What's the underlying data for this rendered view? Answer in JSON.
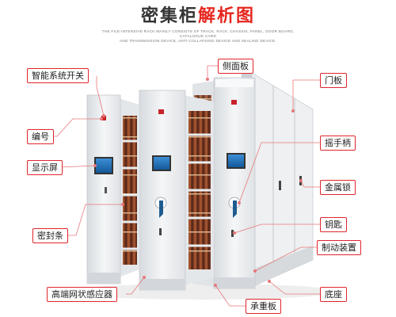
{
  "header": {
    "title_part1": "密集柜",
    "title_part2": "解析图",
    "subtitle_line1": "THE FILE-INTENSIVE RACK MAINLY CONSISTS OF TRACK, RACK, CHASSIS, PANEL, DOOR BOARD, CATALOGUE CARD",
    "subtitle_line2": "AND TRANSMISSION DEVICE, ANTI-COLLAPSING DEVICE AND SEALING DEVICE."
  },
  "callouts": {
    "intelligent_switch": "智能系统开关",
    "number": "编号",
    "display": "显示屏",
    "seal_strip": "密封条",
    "sensor": "高端网状感应器",
    "side_panel": "侧面板",
    "bearing_plate": "承重板",
    "door_panel": "门板",
    "crank_handle": "摇手柄",
    "metal_lock": "金属锁",
    "key": "钥匙",
    "brake_device": "制动装置",
    "base": "底座"
  },
  "colors": {
    "accent_red": "#e6261f",
    "label_border": "#e0262c",
    "leader_line": "#e8787a",
    "cabinet_body": "#e9ecef",
    "screen": "#1f6fb8"
  },
  "icons": [
    "warning-light-icon",
    "crank-handle-icon",
    "lock-icon",
    "key-icon"
  ]
}
